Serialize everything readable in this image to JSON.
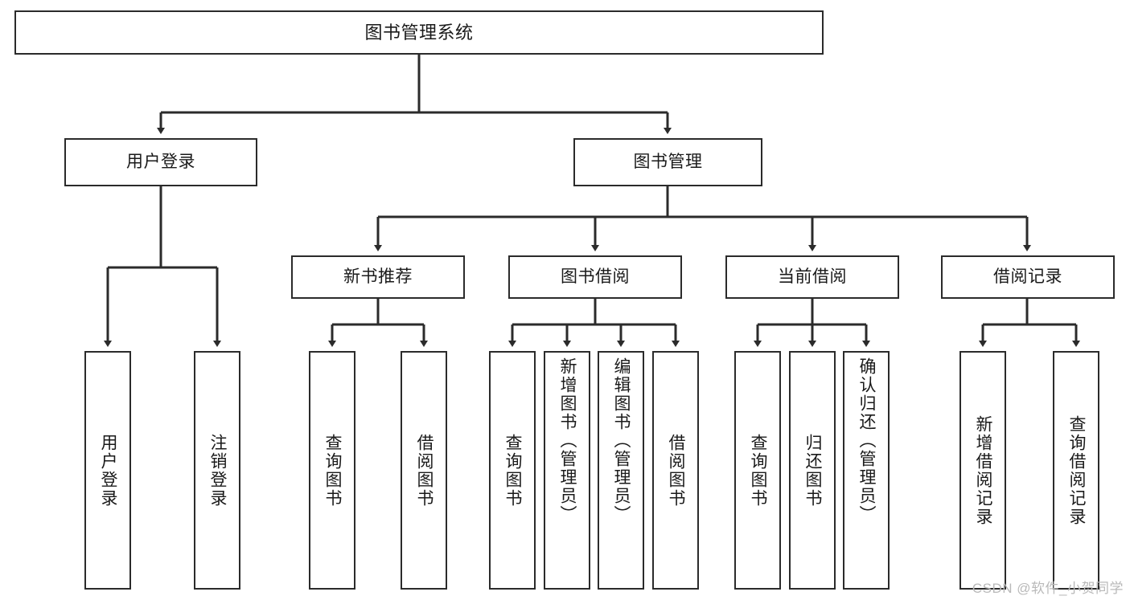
{
  "diagram": {
    "title": "图书管理系统",
    "type": "tree",
    "watermark": "CSDN @软件_小贺同学",
    "colors": {
      "border": "#2b2b2b",
      "background": "#ffffff",
      "text": "#1a1a1a",
      "watermark": "#b9b9b9"
    },
    "nodes": {
      "root": {
        "label": "图书管理系统"
      },
      "level2": [
        {
          "label": "用户登录"
        },
        {
          "label": "图书管理"
        }
      ],
      "level3": [
        {
          "label": "新书推荐"
        },
        {
          "label": "图书借阅"
        },
        {
          "label": "当前借阅"
        },
        {
          "label": "借阅记录"
        }
      ],
      "leaves": {
        "user_login": [
          {
            "label": "用户登录"
          },
          {
            "label": "注销登录"
          }
        ],
        "new_book_recommend": [
          {
            "label": "查询图书"
          },
          {
            "label": "借阅图书"
          }
        ],
        "book_borrow": [
          {
            "label": "查询图书"
          },
          {
            "label": "新增图书（管理员）"
          },
          {
            "label": "编辑图书（管理员）"
          },
          {
            "label": "借阅图书"
          }
        ],
        "current_borrow": [
          {
            "label": "查询图书"
          },
          {
            "label": "归还图书"
          },
          {
            "label": "确认归还（管理员）"
          }
        ],
        "borrow_records": [
          {
            "label": "新增借阅记录"
          },
          {
            "label": "查询借阅记录"
          }
        ]
      }
    }
  }
}
